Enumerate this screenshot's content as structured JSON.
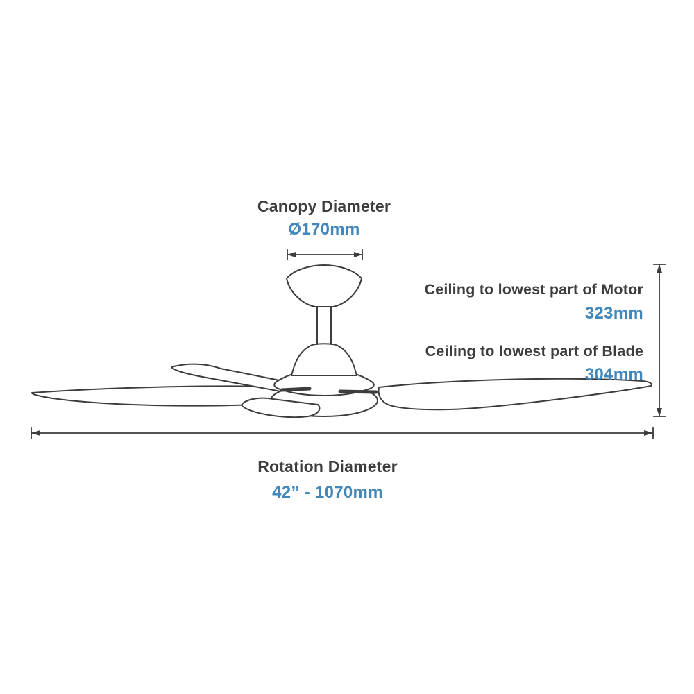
{
  "colors": {
    "background": "#ffffff",
    "line_color": "#3c3c3c",
    "label_color": "#3d3d3d",
    "value_color": "#4187bb"
  },
  "diagram": {
    "subject": "ceiling-fan-dimension-diagram",
    "canopy": {
      "label": "Canopy Diameter",
      "value": "Ø170mm"
    },
    "motor_clearance": {
      "label": "Ceiling to lowest part of Motor",
      "value": "323mm"
    },
    "blade_clearance": {
      "label": "Ceiling to lowest part of Blade",
      "value": "304mm"
    },
    "rotation": {
      "label": "Rotation Diameter",
      "value": "42” - 1070mm"
    }
  }
}
